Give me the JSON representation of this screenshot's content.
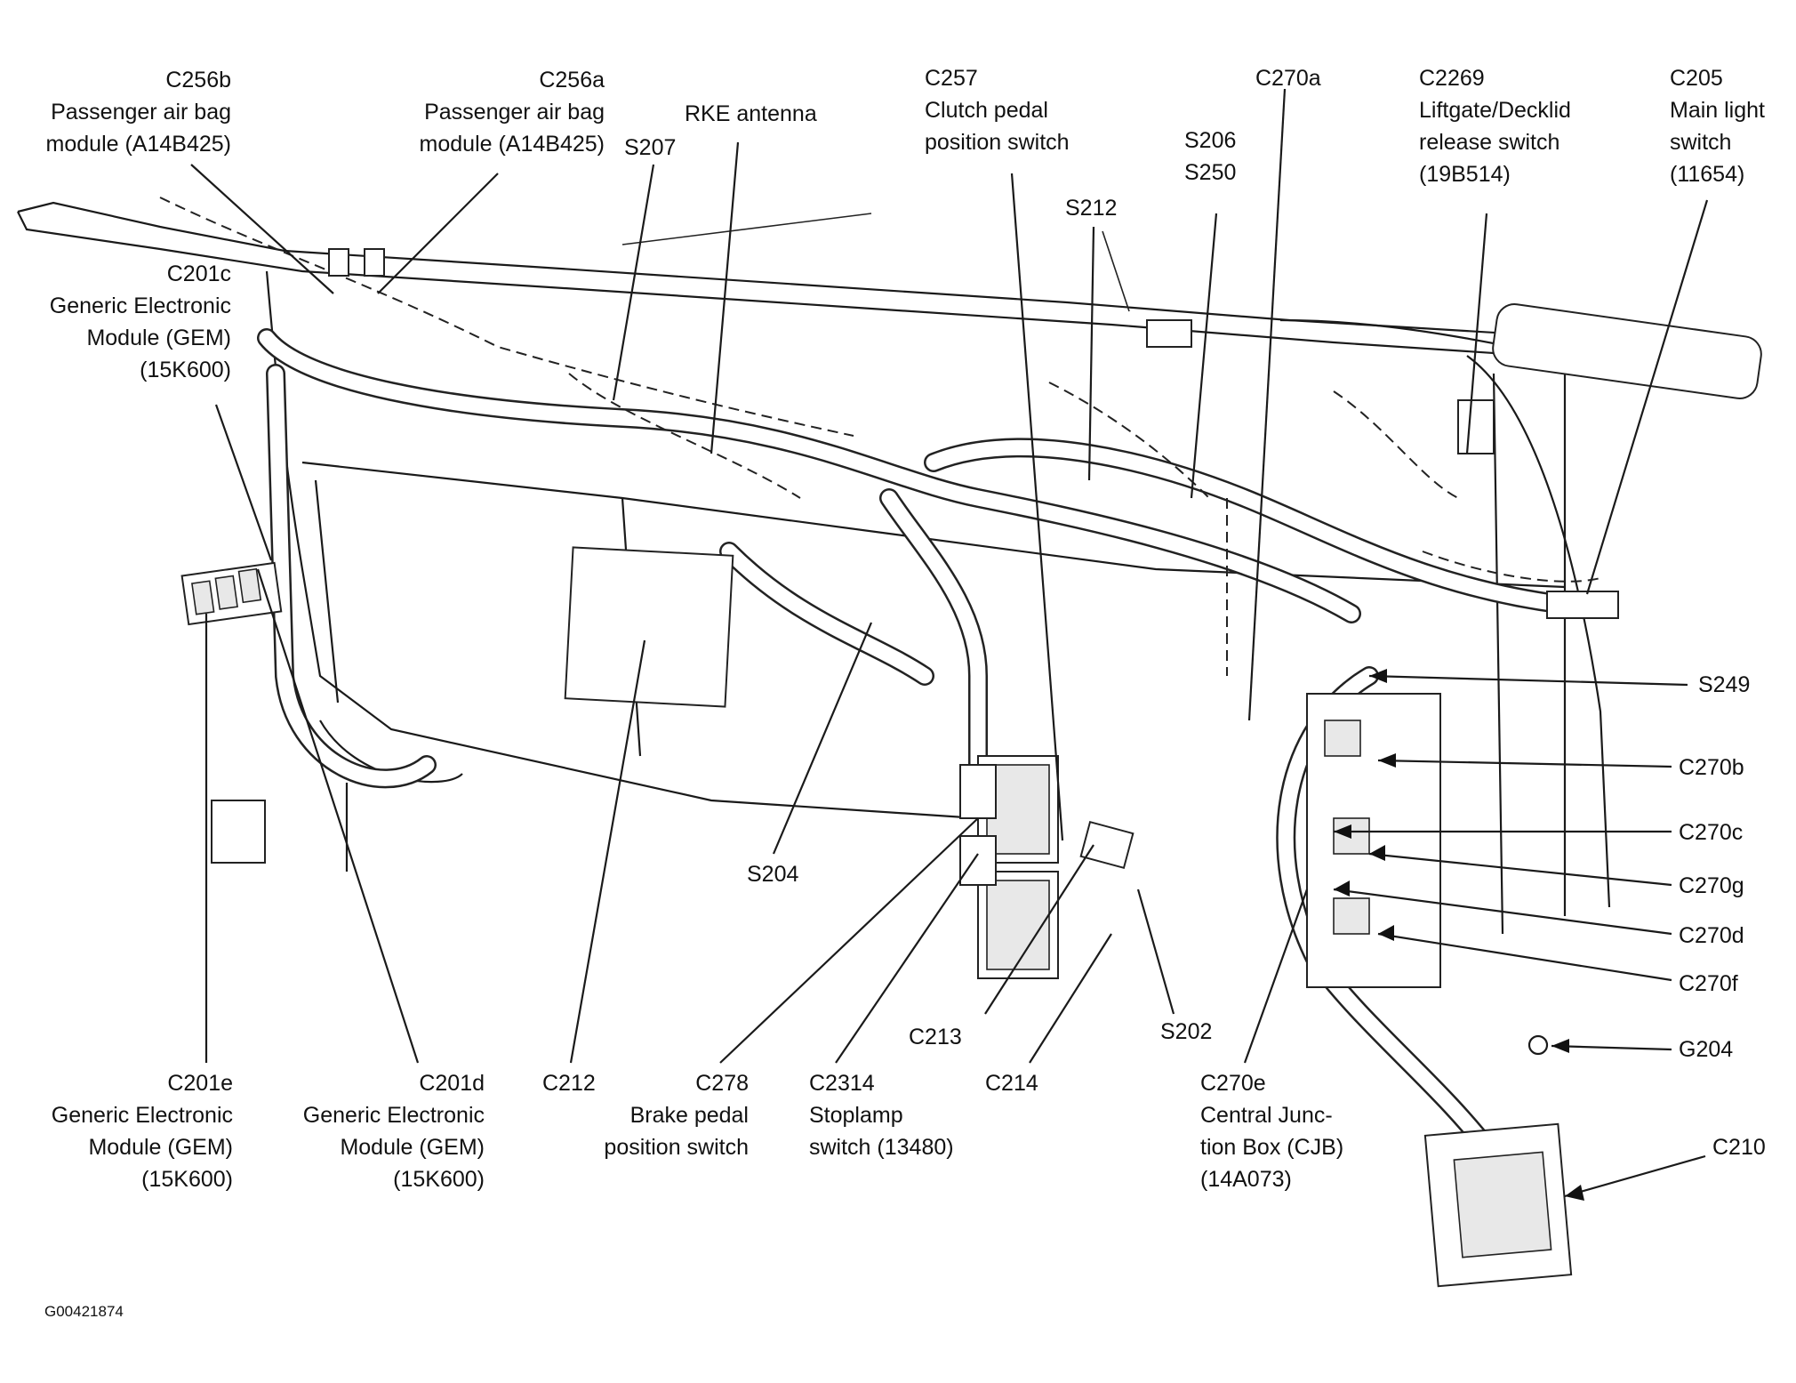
{
  "figure_id": "G00421874",
  "labels": {
    "c256b": {
      "code": "C256b",
      "desc1": "Passenger air bag",
      "desc2": "module (A14B425)"
    },
    "c256a": {
      "code": "C256a",
      "desc1": "Passenger air bag",
      "desc2": "module (A14B425)"
    },
    "rke": {
      "desc1": "RKE antenna"
    },
    "s207": {
      "code": "S207"
    },
    "c257": {
      "code": "C257",
      "desc1": "Clutch pedal",
      "desc2": "position switch"
    },
    "s212": {
      "code": "S212"
    },
    "s206": {
      "code": "S206",
      "code2": "S250"
    },
    "c270a": {
      "code": "C270a"
    },
    "c2269": {
      "code": "C2269",
      "desc1": "Liftgate/Decklid",
      "desc2": "release switch",
      "desc3": "(19B514)"
    },
    "c205": {
      "code": "C205",
      "desc1": "Main light",
      "desc2": "switch",
      "desc3": "(11654)"
    },
    "c201c": {
      "code": "C201c",
      "desc1": "Generic Electronic",
      "desc2": "Module (GEM)",
      "desc3": "(15K600)"
    },
    "s249": {
      "code": "S249"
    },
    "c270b": {
      "code": "C270b"
    },
    "c270c": {
      "code": "C270c"
    },
    "c270g": {
      "code": "C270g"
    },
    "c270d": {
      "code": "C270d"
    },
    "c270f": {
      "code": "C270f"
    },
    "s204": {
      "code": "S204"
    },
    "c213": {
      "code": "C213"
    },
    "s202": {
      "code": "S202"
    },
    "g204": {
      "code": "G204"
    },
    "c201e": {
      "code": "C201e",
      "desc1": "Generic Electronic",
      "desc2": "Module (GEM)",
      "desc3": "(15K600)"
    },
    "c201d": {
      "code": "C201d",
      "desc1": "Generic Electronic",
      "desc2": "Module (GEM)",
      "desc3": "(15K600)"
    },
    "c212": {
      "code": "C212"
    },
    "c278": {
      "code": "C278",
      "desc1": "Brake pedal",
      "desc2": "position switch"
    },
    "c2314": {
      "code": "C2314",
      "desc1": "Stoplamp",
      "desc2": "switch (13480)"
    },
    "c214": {
      "code": "C214"
    },
    "c270e": {
      "code": "C270e",
      "desc1": "Central Junc-",
      "desc2": "tion Box (CJB)",
      "desc3": "(14A073)"
    },
    "c210": {
      "code": "C210"
    }
  }
}
